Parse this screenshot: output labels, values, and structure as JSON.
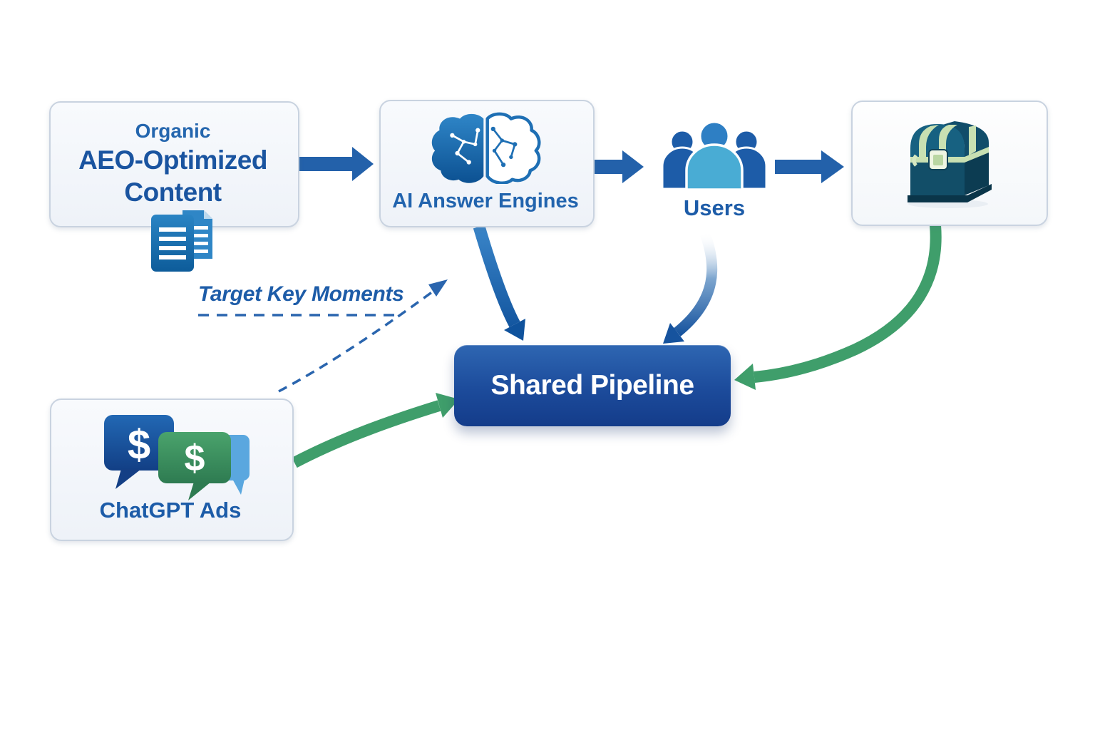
{
  "canvas": {
    "background": "#ffffff"
  },
  "boxes": {
    "organic_content": {
      "title_line1": "Organic",
      "title_line2": "AEO-Optimized",
      "title_line3": "Content",
      "icon": "documents-icon"
    },
    "ai_answer_engines": {
      "label": "AI Answer Engines",
      "icon": "brain-circuit-icon"
    },
    "users": {
      "label": "Users",
      "icon": "users-group-icon"
    },
    "treasure_chest": {
      "icon": "treasure-chest-icon"
    },
    "chatgpt_ads": {
      "label": "ChatGPT Ads",
      "dollar_sign": "$",
      "icon": "dollar-chat-bubbles-icon"
    },
    "shared_pipeline": {
      "label": "Shared Pipeline"
    }
  },
  "annotations": {
    "target_key_moments": {
      "label": "Target Key Moments"
    }
  },
  "colors": {
    "box_background": "#f2f5fa",
    "box_border": "#c9d3e0",
    "heading_blue": "#2466ae",
    "title_blue": "#1a54a0",
    "arrow_blue": "#2361aa",
    "arrow_green": "#3f9e6b",
    "dashed_blue": "#2a65ae",
    "pipeline_gradient_top": "#2e66b2",
    "pipeline_gradient_bottom": "#143c8a",
    "pipeline_text": "#ffffff",
    "users_center_body": "#49acd4",
    "users_side": "#1d5ca8",
    "chest_teal": "#176181",
    "chest_strap_green": "#c8e0b2"
  }
}
